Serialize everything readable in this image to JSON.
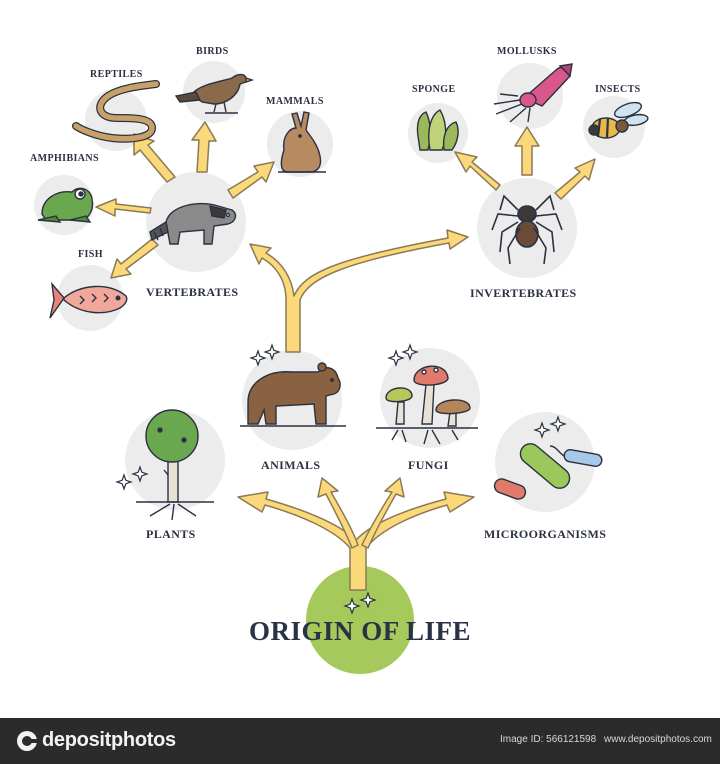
{
  "title": "ORIGIN OF LIFE",
  "nodes": {
    "vertebrates": "VERTEBRATES",
    "invertebrates": "INVERTEBRATES",
    "birds": "BIRDS",
    "reptiles": "REPTILES",
    "mammals": "MAMMALS",
    "amphibians": "AMPHIBIANS",
    "fish": "FISH",
    "mollusks": "MOLLUSKS",
    "sponge": "SPONGE",
    "insects": "INSECTS",
    "animals": "ANIMALS",
    "fungi": "FUNGI",
    "plants": "PLANTS",
    "microorganisms": "MICROORGANISMS"
  },
  "colors": {
    "arrow_fill": "#fbd97a",
    "arrow_stroke": "#8a7a55",
    "circle_gray": "#ececec",
    "origin_green": "#a5c95a",
    "text": "#2a3140",
    "footer_bg": "#2b2b2b"
  },
  "icons": [
    "raccoon-icon",
    "spider-icon",
    "bird-icon",
    "snake-icon",
    "rabbit-icon",
    "frog-icon",
    "fish-icon",
    "squid-icon",
    "sponge-icon",
    "bee-icon",
    "bear-icon",
    "mushroom-icon",
    "tree-icon",
    "bacteria-icon",
    "sparkle-icon",
    "depositphotos-logo-icon"
  ],
  "footer": {
    "brand": "depositphotos",
    "image_id": "Image ID: 566121598",
    "site": "www.depositphotos.com"
  }
}
